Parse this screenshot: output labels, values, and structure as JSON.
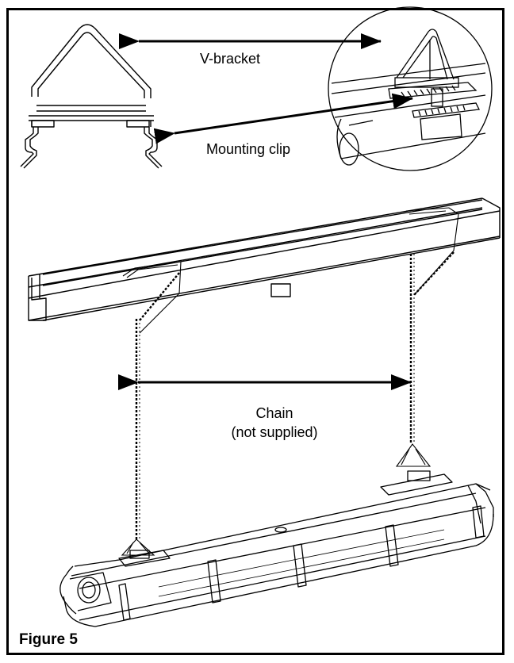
{
  "labels": {
    "v_bracket": "V-bracket",
    "mounting_clip": "Mounting clip",
    "chain_line1": "Chain",
    "chain_line2": "(not supplied)"
  },
  "figure_caption": "Figure 5",
  "colors": {
    "line": "#000000",
    "background": "#ffffff"
  }
}
